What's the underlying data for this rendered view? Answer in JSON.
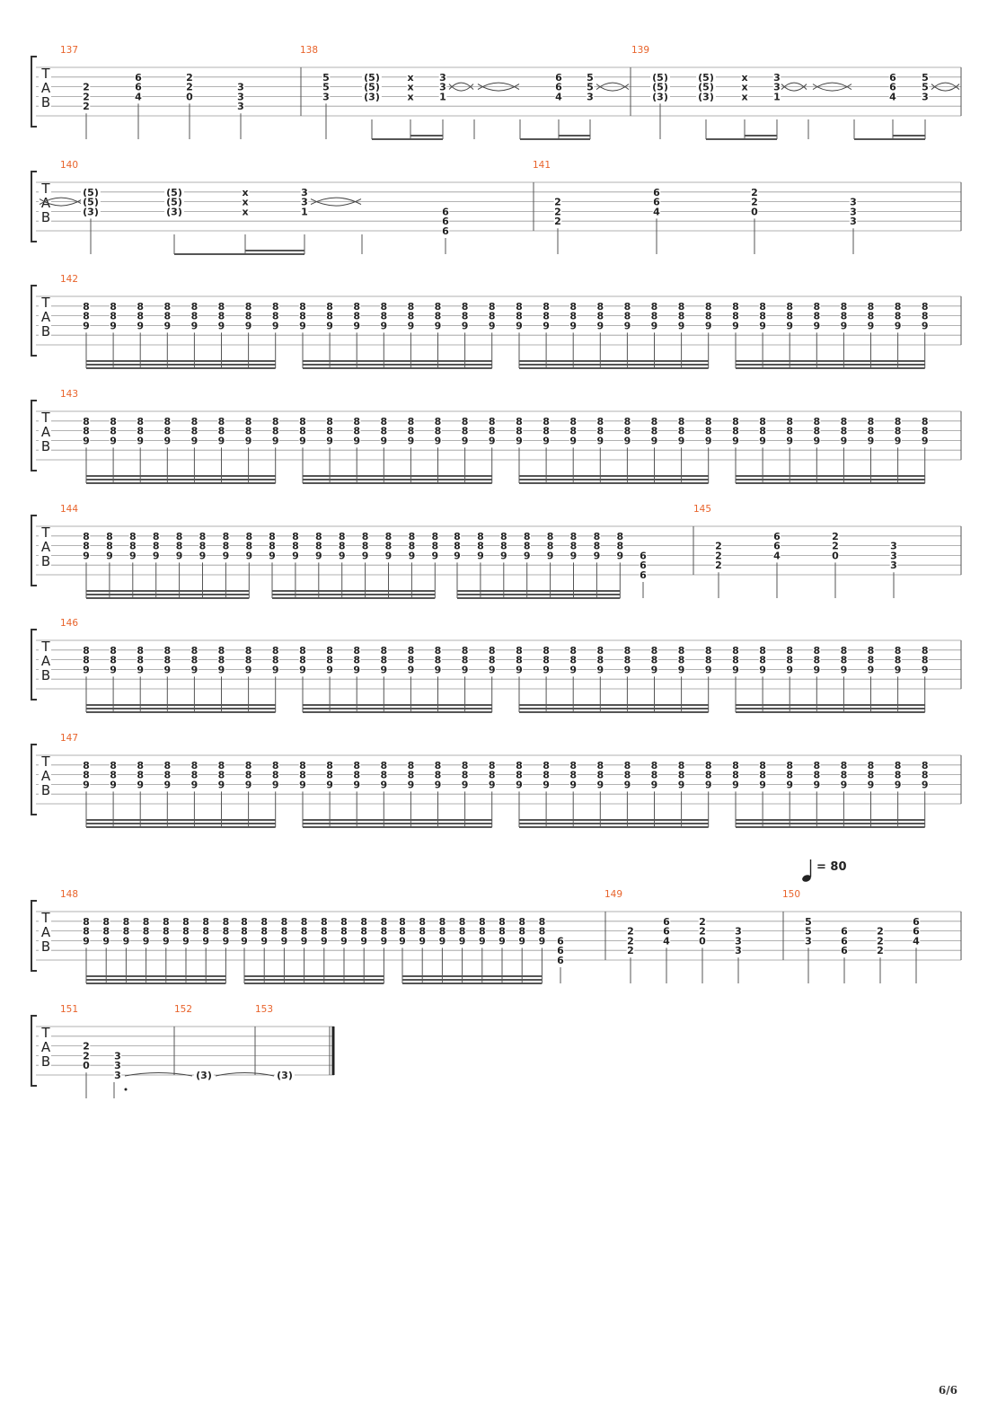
{
  "tab_label": [
    "T",
    "A",
    "B"
  ],
  "page_number": "6/6",
  "tempo": {
    "note": "quarter-note-icon",
    "text": "= 80"
  },
  "systems": [
    {
      "measures": [
        {
          "number": "137",
          "beats": [
            [
              "",
              "",
              "2",
              "2",
              "2",
              ""
            ],
            [
              "",
              "6",
              "6",
              "4",
              "",
              ""
            ],
            [
              "",
              "2",
              "2",
              "0",
              "",
              ""
            ],
            [
              "",
              "",
              "3",
              "3",
              "3",
              ""
            ]
          ]
        },
        {
          "number": "138",
          "beats": [
            [
              "",
              "5",
              "5",
              "3",
              "",
              ""
            ],
            [
              "",
              "(5)",
              "(5)",
              "(3)",
              "",
              ""
            ],
            [
              "",
              "x",
              "x",
              "x",
              "",
              ""
            ],
            [
              "",
              "3",
              "3",
              "1",
              "",
              ""
            ],
            [
              "",
              "6",
              "6",
              "4",
              "",
              ""
            ],
            [
              "",
              "5",
              "5",
              "3",
              "",
              ""
            ]
          ]
        },
        {
          "number": "139",
          "beats": [
            [
              "",
              "(5)",
              "(5)",
              "(3)",
              "",
              ""
            ],
            [
              "",
              "(5)",
              "(5)",
              "(3)",
              "",
              ""
            ],
            [
              "",
              "x",
              "x",
              "x",
              "",
              ""
            ],
            [
              "",
              "3",
              "3",
              "1",
              "",
              ""
            ],
            [
              "",
              "6",
              "6",
              "4",
              "",
              ""
            ],
            [
              "",
              "5",
              "5",
              "3",
              "",
              ""
            ]
          ]
        }
      ]
    },
    {
      "measures": [
        {
          "number": "140",
          "beats": [
            [
              "",
              "(5)",
              "(5)",
              "(3)",
              "",
              ""
            ],
            [
              "",
              "(5)",
              "(5)",
              "(3)",
              "",
              ""
            ],
            [
              "",
              "x",
              "x",
              "x",
              "",
              ""
            ],
            [
              "",
              "3",
              "3",
              "1",
              "",
              ""
            ],
            [
              "",
              "",
              "",
              "6",
              "6",
              "6"
            ]
          ]
        },
        {
          "number": "141",
          "beats": [
            [
              "",
              "",
              "2",
              "2",
              "2",
              ""
            ],
            [
              "",
              "6",
              "6",
              "4",
              "",
              ""
            ],
            [
              "",
              "2",
              "2",
              "0",
              "",
              ""
            ],
            [
              "",
              "",
              "3",
              "3",
              "3",
              ""
            ]
          ]
        }
      ]
    },
    {
      "measures": [
        {
          "number": "142",
          "beats": "8-8-9 x32"
        }
      ]
    },
    {
      "measures": [
        {
          "number": "143",
          "beats": "8-8-9 x32"
        }
      ]
    },
    {
      "measures": [
        {
          "number": "144",
          "beats": "8-8-9 x24, then 6-6-6"
        },
        {
          "number": "145",
          "beats": [
            [
              "",
              "",
              "2",
              "2",
              "2",
              ""
            ],
            [
              "",
              "6",
              "6",
              "4",
              "",
              ""
            ],
            [
              "",
              "2",
              "2",
              "0",
              "",
              ""
            ],
            [
              "",
              "",
              "3",
              "3",
              "3",
              ""
            ]
          ]
        }
      ]
    },
    {
      "measures": [
        {
          "number": "146",
          "beats": "8-8-9 x32"
        }
      ]
    },
    {
      "measures": [
        {
          "number": "147",
          "beats": "8-8-9 x32"
        }
      ]
    },
    {
      "measures": [
        {
          "number": "148",
          "beats": "8-8-9 x24, then 6-6-6"
        },
        {
          "number": "149",
          "beats": [
            [
              "",
              "",
              "2",
              "2",
              "2",
              ""
            ],
            [
              "",
              "6",
              "6",
              "4",
              "",
              ""
            ],
            [
              "",
              "2",
              "2",
              "0",
              "",
              ""
            ],
            [
              "",
              "",
              "3",
              "3",
              "3",
              ""
            ]
          ]
        },
        {
          "number": "150",
          "beats": [
            [
              "",
              "5",
              "5",
              "3",
              "",
              ""
            ],
            [
              "",
              "",
              "6",
              "6",
              "6",
              ""
            ],
            [
              "",
              "",
              "2",
              "2",
              "2",
              ""
            ],
            [
              "",
              "6",
              "6",
              "4",
              "",
              ""
            ]
          ]
        }
      ]
    },
    {
      "measures": [
        {
          "number": "151",
          "beats": [
            [
              "",
              "",
              "2",
              "2",
              "0",
              ""
            ],
            [
              "",
              "",
              "",
              "3",
              "3",
              "3"
            ]
          ]
        },
        {
          "number": "152",
          "beats": [
            [
              "",
              "",
              "",
              "",
              "",
              "(3)"
            ]
          ]
        },
        {
          "number": "153",
          "beats": [
            [
              "",
              "",
              "",
              "",
              "",
              "(3)"
            ]
          ]
        }
      ]
    }
  ]
}
